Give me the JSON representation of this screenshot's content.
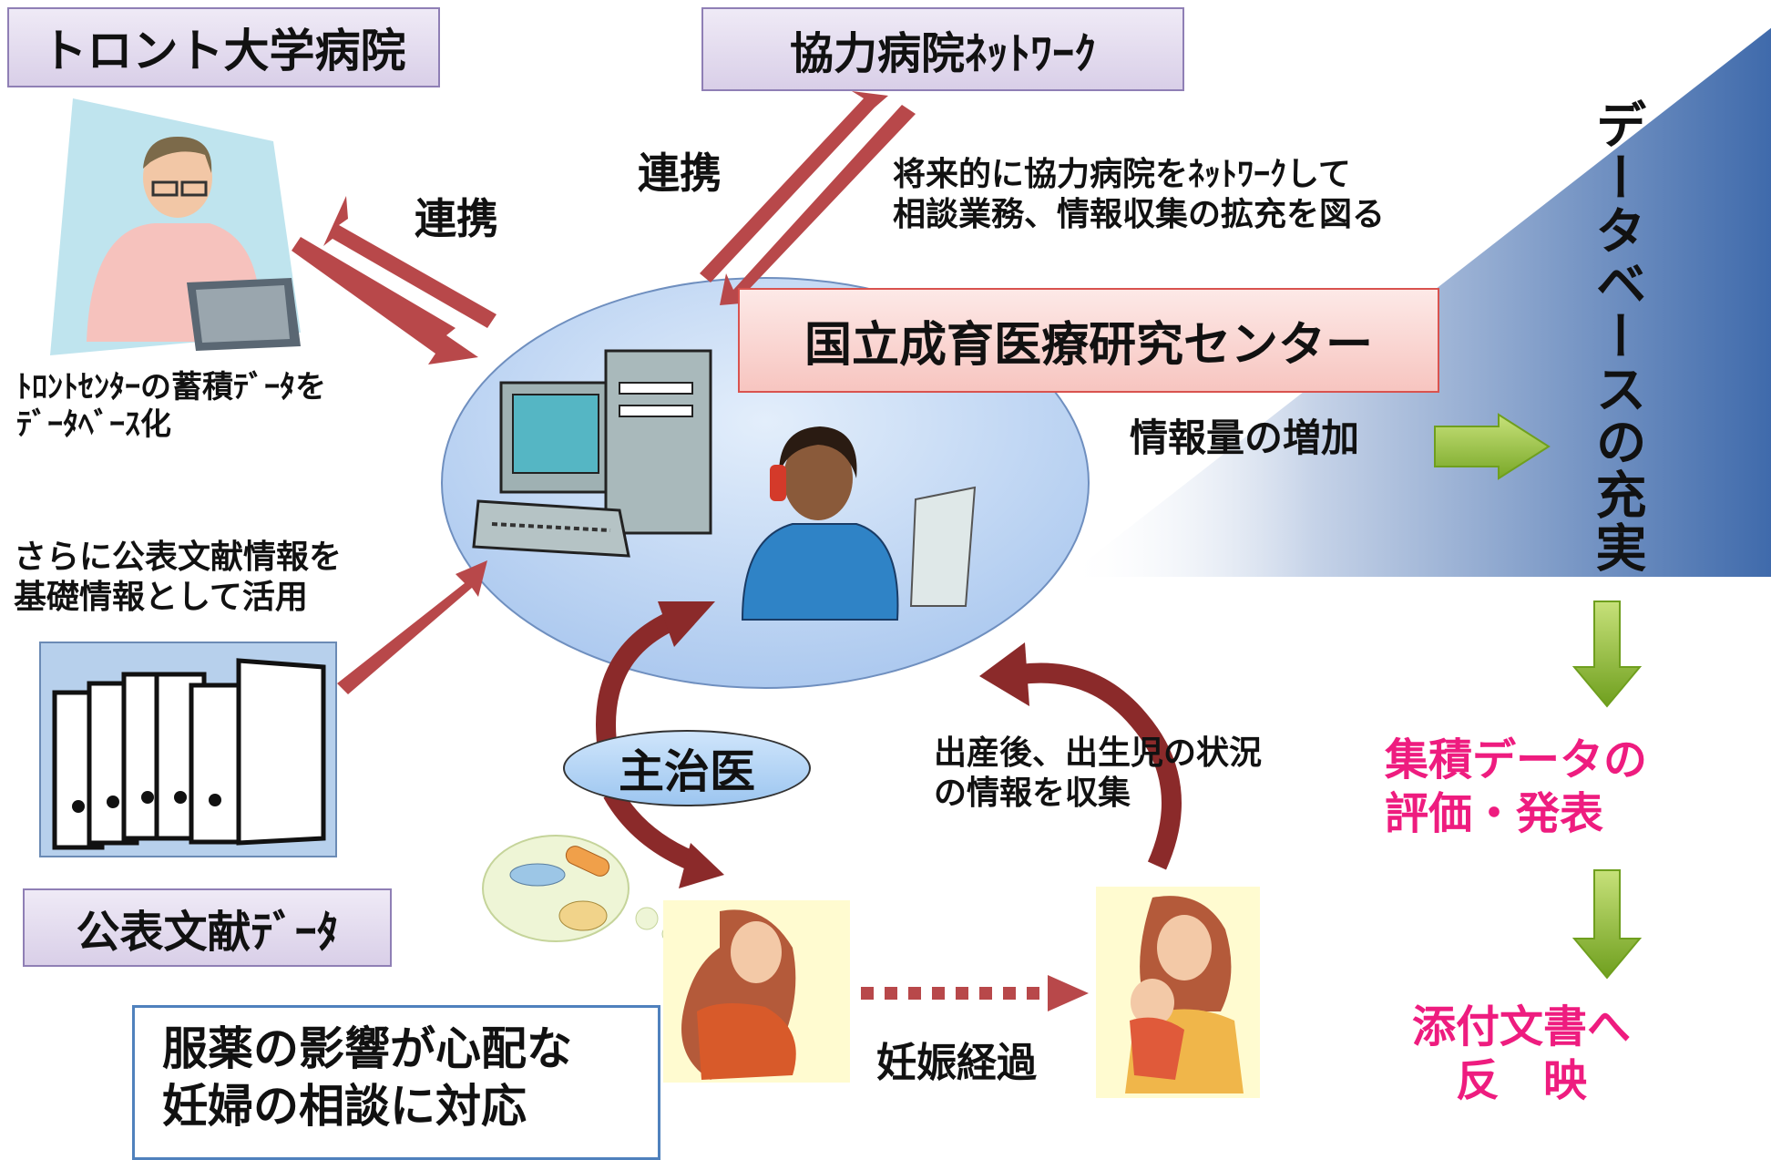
{
  "labels": {
    "toronto": "トロント大学病院",
    "network": "協力病院ﾈｯﾄﾜｰｸ",
    "renkei_left": "連携",
    "renkei_top": "連携",
    "future_line1": "将来的に協力病院をﾈｯﾄﾜｰｸして",
    "future_line2": "相談業務、情報収集の拡充を図る",
    "center": "国立成育医療研究センター",
    "toronto_db_line1": "ﾄﾛﾝﾄｾﾝﾀｰの蓄積ﾃﾞｰﾀを",
    "toronto_db_line2": "ﾃﾞｰﾀﾍﾞｰｽ化",
    "info_increase": "情報量の増加",
    "database": "データベースの充実",
    "literature_line1": "さらに公表文献情報を",
    "literature_line2": "基礎情報として活用",
    "public_data": "公表文献ﾃﾞｰﾀ",
    "doctor": "主治医",
    "postbirth_line1": "出産後、出生児の状況",
    "postbirth_line2": "の情報を収集",
    "pregnancy": "妊娠経過",
    "consult_line1": "服薬の影響が心配な",
    "consult_line2": "妊婦の相談に対応",
    "eval_line1": "集積データの",
    "eval_line2": "評価・発表",
    "reflect_line1": "添付文書へ",
    "reflect_line2": "反　映"
  },
  "icons": {
    "toronto_researcher": "man-at-computer-icon",
    "center_computer": "desktop-computer-icon",
    "center_operator": "woman-on-phone-icon",
    "literature": "binders-icon",
    "medicine_thought": "pills-thought-bubble-icon",
    "pregnant": "pregnant-woman-icon",
    "mother_child": "mother-with-baby-icon"
  },
  "colors": {
    "label_box_fill": "#d9cfe8",
    "label_box_border": "#8f7fb5",
    "arrow_red": "#b8484a",
    "arrow_dark_red": "#8b2a2a",
    "arrow_green": "#8fbf3a",
    "ellipse_fill": "#b9d3f3",
    "database_blue": "#4a75b3",
    "pink_text": "#ee1c7f",
    "consult_border": "#4f81bd",
    "center_box_fill": "#f7c5c0"
  }
}
